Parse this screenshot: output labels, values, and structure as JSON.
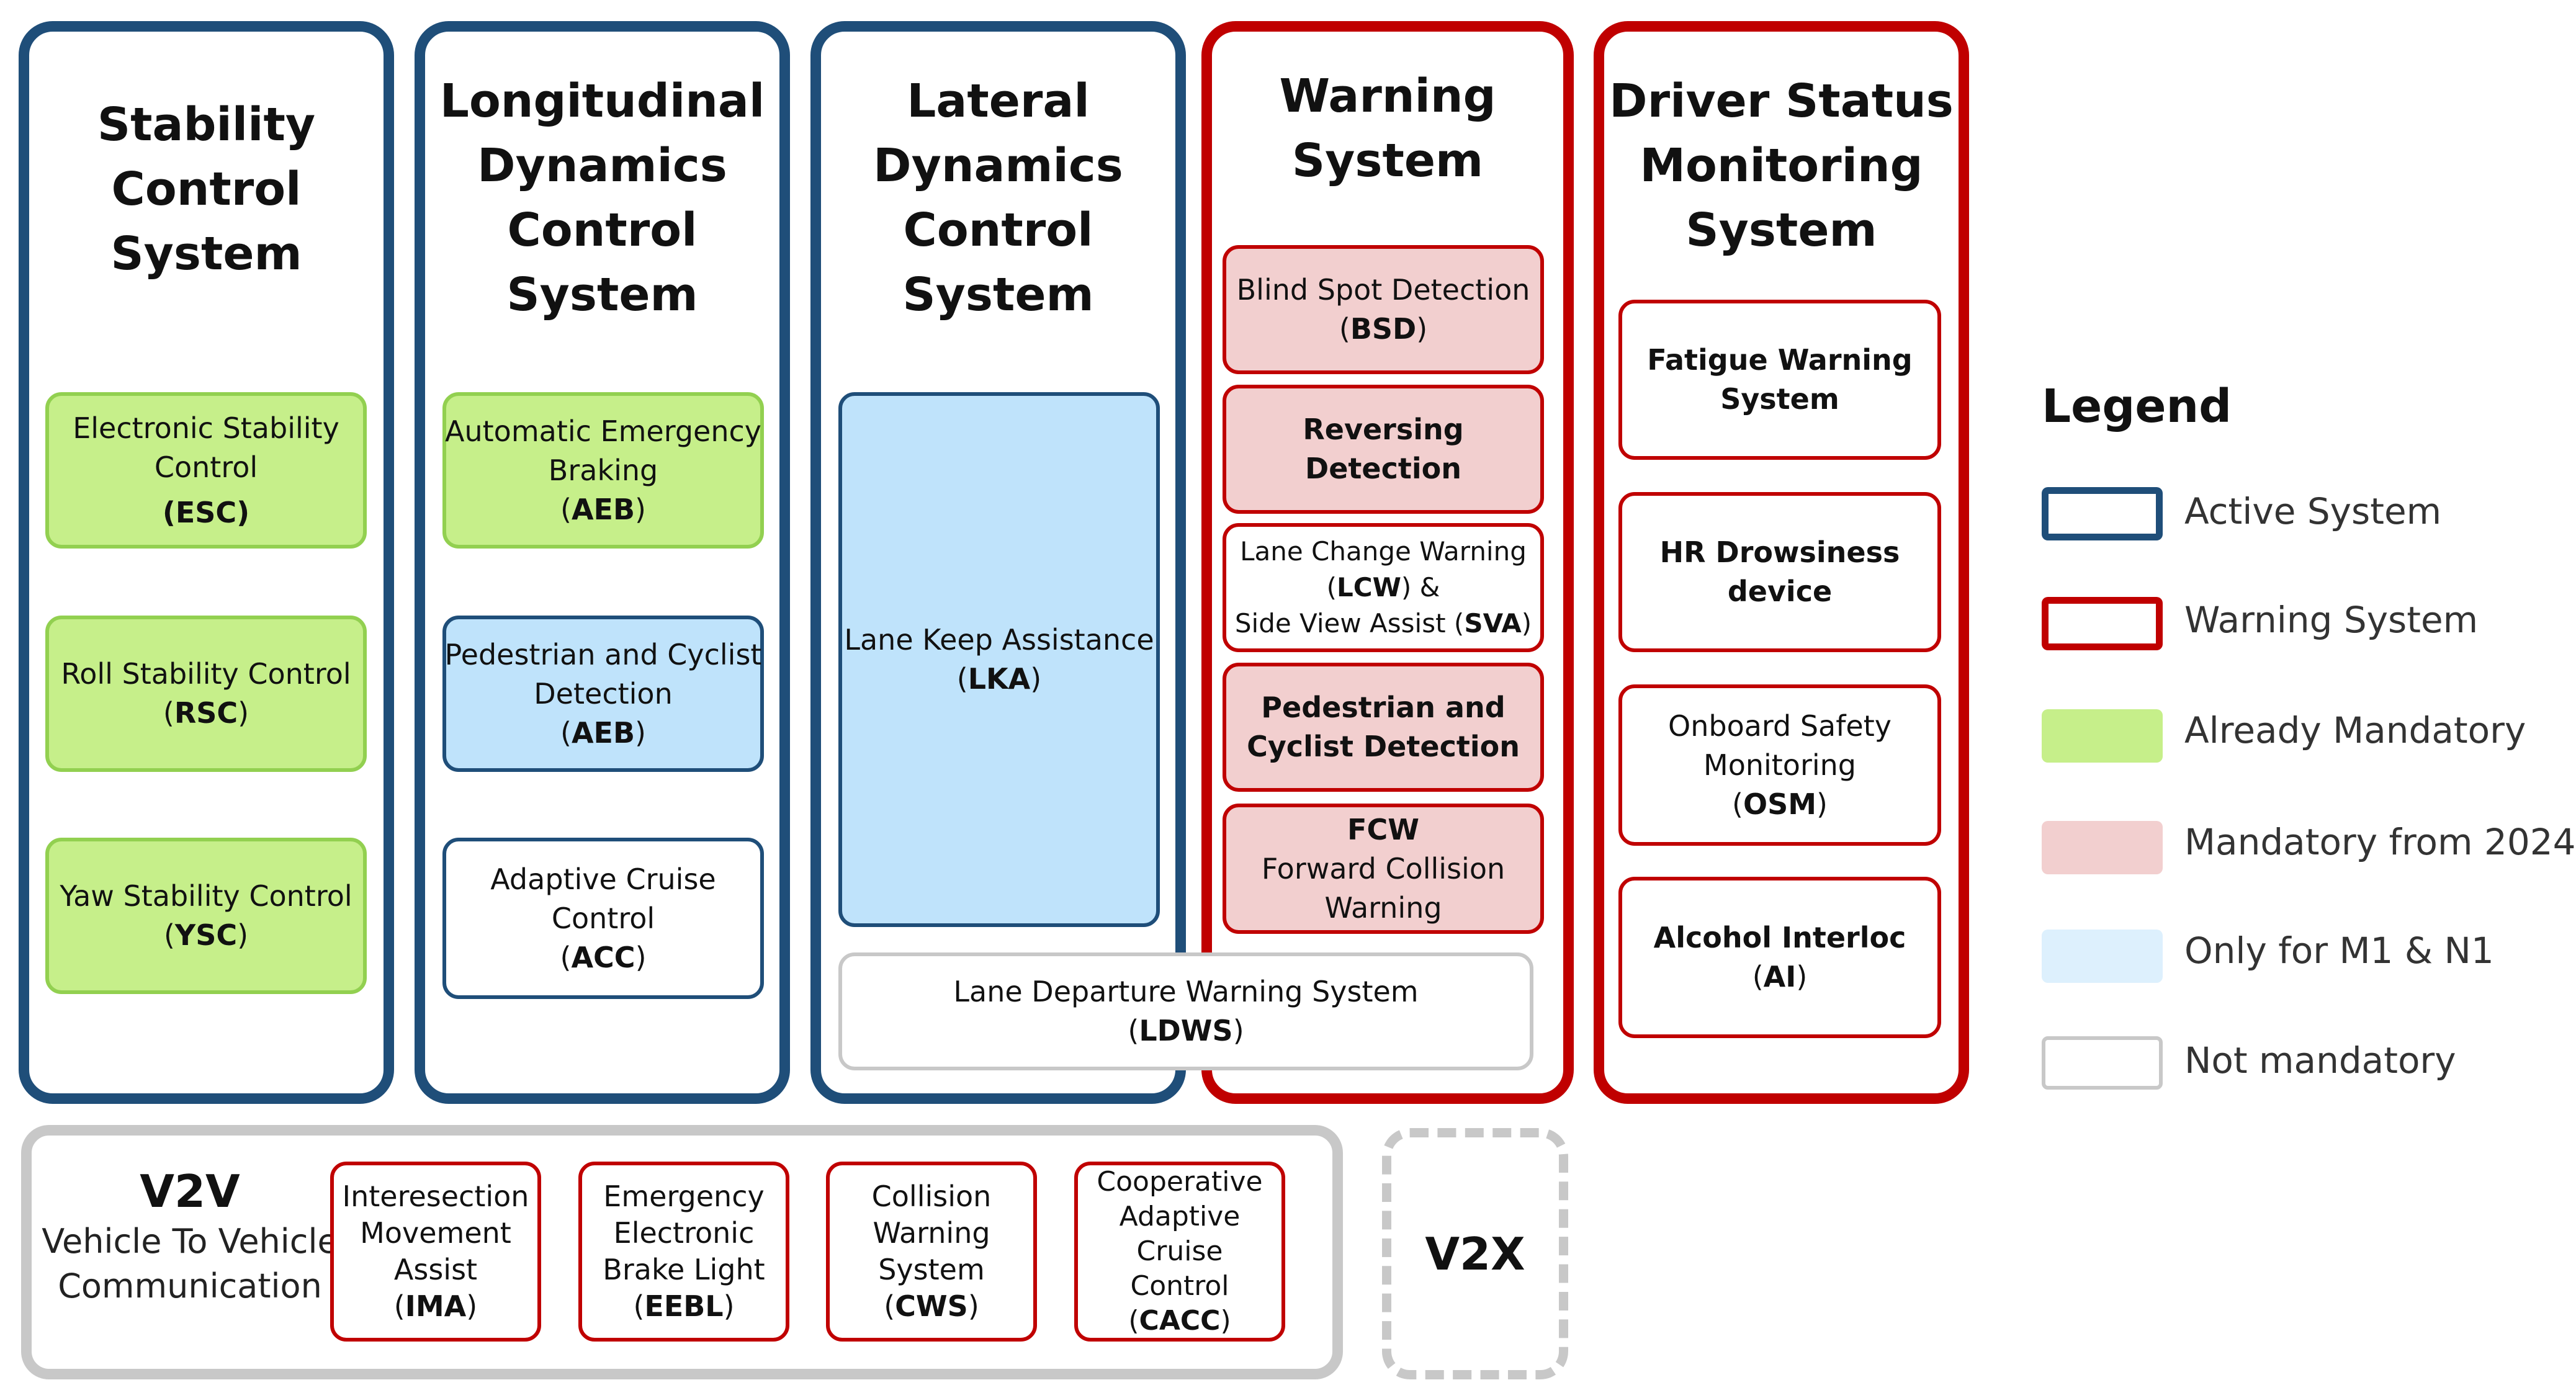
{
  "columns": {
    "stability": {
      "title": [
        "Stability",
        "Control",
        "System"
      ]
    },
    "longitudinal": {
      "title": [
        "Longitudinal",
        "Dynamics",
        "Control",
        "System"
      ]
    },
    "lateral": {
      "title": [
        "Lateral",
        "Dynamics",
        "Control",
        "System"
      ]
    },
    "warning": {
      "title": [
        "Warning",
        "System"
      ]
    },
    "driver": {
      "title": [
        "Driver Status",
        "Monitoring",
        "System"
      ]
    }
  },
  "boxes": {
    "esc": {
      "line1": "Electronic Stability",
      "line2": "Control",
      "abbr": "ESC"
    },
    "rsc": {
      "line1": "Roll Stability Control",
      "abbr": "RSC"
    },
    "ysc": {
      "line1": "Yaw Stability Control",
      "abbr": "YSC"
    },
    "aeb": {
      "line1": "Automatic Emergency",
      "line2": "Braking",
      "abbr": "AEB"
    },
    "pcd_long": {
      "line1": "Pedestrian and Cyclist",
      "line2": "Detection",
      "abbr": "AEB"
    },
    "acc": {
      "line1": "Adaptive Cruise",
      "line2": "Control",
      "abbr": "ACC"
    },
    "lka": {
      "line1": "Lane Keep Assistance",
      "abbr": "LKA"
    },
    "ldws": {
      "line1": "Lane Departure Warning System",
      "abbr": "LDWS"
    },
    "bsd": {
      "line1": "Blind Spot Detection",
      "abbr": "BSD"
    },
    "reversing": {
      "line1": "Reversing",
      "line2": "Detection"
    },
    "lcw": {
      "line1": "Lane Change Warning",
      "abbr1": "LCW",
      "line2": "Side View Assist",
      "abbr2": "SVA"
    },
    "pcd_warn": {
      "line1": "Pedestrian and",
      "line2": "Cyclist Detection"
    },
    "fcw": {
      "line1": "FCW",
      "line2": "Forward Collision",
      "line3": "Warning"
    },
    "fatigue": {
      "line1": "Fatigue Warning",
      "line2": "System"
    },
    "hr": {
      "line1": "HR Drowsiness",
      "line2": "device"
    },
    "osm": {
      "line1": "Onboard Safety",
      "line2": "Monitoring",
      "abbr": "OSM"
    },
    "ai": {
      "line1": "Alcohol Interloc",
      "abbr": "AI"
    }
  },
  "v2v": {
    "title": "V2V",
    "subtitle1": "Vehicle To Vehicle",
    "subtitle2": "Communication",
    "items": [
      {
        "lines": [
          "Interesection",
          "Movement",
          "Assist"
        ],
        "abbr": "IMA"
      },
      {
        "lines": [
          "Emergency",
          "Electronic",
          "Brake Light"
        ],
        "abbr": "EEBL"
      },
      {
        "lines": [
          "Collision",
          "Warning",
          "System"
        ],
        "abbr": "CWS"
      },
      {
        "lines": [
          "Cooperative",
          "Adaptive",
          "Cruise",
          "Control"
        ],
        "abbr": "CACC"
      }
    ]
  },
  "v2x": {
    "label": "V2X"
  },
  "legend": {
    "title": "Legend",
    "items": [
      {
        "label": "Active System",
        "color": "#1f4e79"
      },
      {
        "label": "Warning System",
        "color": "#c00000"
      },
      {
        "label": "Already Mandatory",
        "color": "#c6ef8a"
      },
      {
        "label": "Mandatory from 2024",
        "color": "#f2cfcf"
      },
      {
        "label": "Only for M1 & N1",
        "color": "#ddf0fd"
      },
      {
        "label": "Not mandatory",
        "color": "#ffffff"
      }
    ]
  }
}
